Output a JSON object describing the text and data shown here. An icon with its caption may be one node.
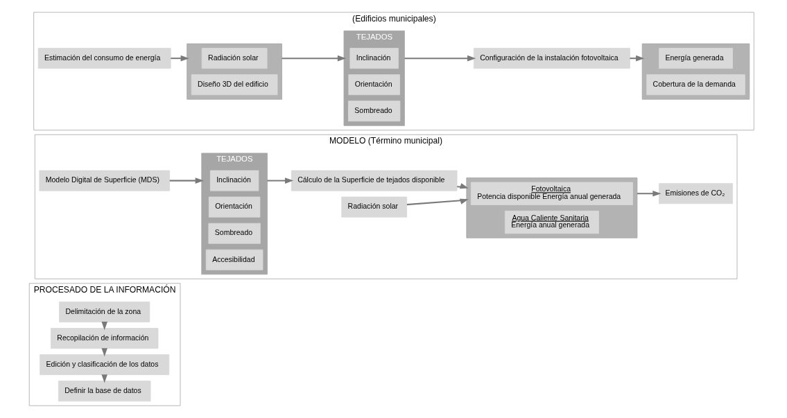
{
  "diagram": {
    "nodes": [
      {
        "text": [
          "PROCESADO DE LA INFORMACIÓN"
        ]
      },
      {
        "text": [
          "Delimitación de la zona"
        ],
        "in": 0
      },
      {
        "text": [
          "Recopilación de información"
        ],
        "in": 0
      },
      {
        "text": [
          "Edición y clasificación de los datos"
        ],
        "in": 0
      },
      {
        "text": [
          "Definir la base de datos"
        ],
        "in": 0
      },
      {
        "text": [
          "MODELO (Término municipal)"
        ]
      },
      {
        "text": [
          "Modelo Digital de Superficie (MDS)"
        ],
        "in": 5
      },
      {
        "text": [
          "TEJADOS"
        ],
        "in": 5
      },
      {
        "text": [
          "Inclinación"
        ],
        "in": 7
      },
      {
        "text": [
          "Orientación"
        ],
        "in": 7
      },
      {
        "text": [
          "Sombreado"
        ],
        "in": 7
      },
      {
        "text": [
          "Accesibilidad"
        ],
        "in": 7
      },
      {
        "text": [
          "Cálculo de la Superficie de tejados disponible"
        ],
        "in": 5
      },
      {
        "text": [],
        "shape": "box",
        "in": 5
      },
      {
        "text": [
          "Fotovoltaica",
          "Potencia disponible Energía anual generada"
        ],
        "in": 13
      },
      {
        "text": [
          "Agua Caliente Sanitaria",
          "Energía anual generada"
        ],
        "in": 13
      },
      {
        "text": [
          "Emisiones de CO₂"
        ],
        "in": 5
      },
      {
        "text": [
          "Radiación solar"
        ],
        "in": 5
      },
      {
        "text": [
          "(Edificios municipales)"
        ]
      },
      {
        "text": [
          "Estimación del consumo de energía"
        ],
        "in": 18
      },
      {
        "text": [],
        "shape": "box",
        "in": 18
      },
      {
        "text": [
          "Radiación solar"
        ],
        "in": 20
      },
      {
        "text": [
          "Diseño 3D del edificio"
        ],
        "in": 20
      },
      {
        "text": [
          "TEJADOS"
        ],
        "in": 18
      },
      {
        "text": [
          "Inclinación"
        ],
        "in": 23
      },
      {
        "text": [
          "Orientación"
        ],
        "in": 23
      },
      {
        "text": [
          "Sombreado"
        ],
        "in": 23
      },
      {
        "text": [
          "Configuración de la instalación fotovoltaica"
        ],
        "in": 18
      },
      {
        "text": [],
        "shape": "box",
        "in": 18
      },
      {
        "text": [
          "Energía generada"
        ],
        "in": 28
      },
      {
        "text": [
          "Cobertura de la demanda"
        ],
        "in": 28
      }
    ],
    "edges": [
      {
        "from": 1,
        "to": 2,
        "arrow": "to"
      },
      {
        "from": 2,
        "to": 3,
        "arrow": "to"
      },
      {
        "from": 3,
        "to": 4,
        "arrow": "to"
      },
      {
        "from": 6,
        "to": 7,
        "arrow": "to"
      },
      {
        "from": 7,
        "to": 12,
        "arrow": "to"
      },
      {
        "from": 12,
        "to": 13,
        "arrow": "to"
      },
      {
        "from": 13,
        "to": 16,
        "arrow": "to"
      },
      {
        "from": 17,
        "to": 13,
        "arrow": "to"
      },
      {
        "from": 19,
        "to": 20,
        "arrow": "to"
      },
      {
        "from": 20,
        "to": 23,
        "arrow": "to"
      },
      {
        "from": 23,
        "to": 27,
        "arrow": "to"
      },
      {
        "from": 27,
        "to": 28,
        "arrow": "to"
      }
    ]
  }
}
